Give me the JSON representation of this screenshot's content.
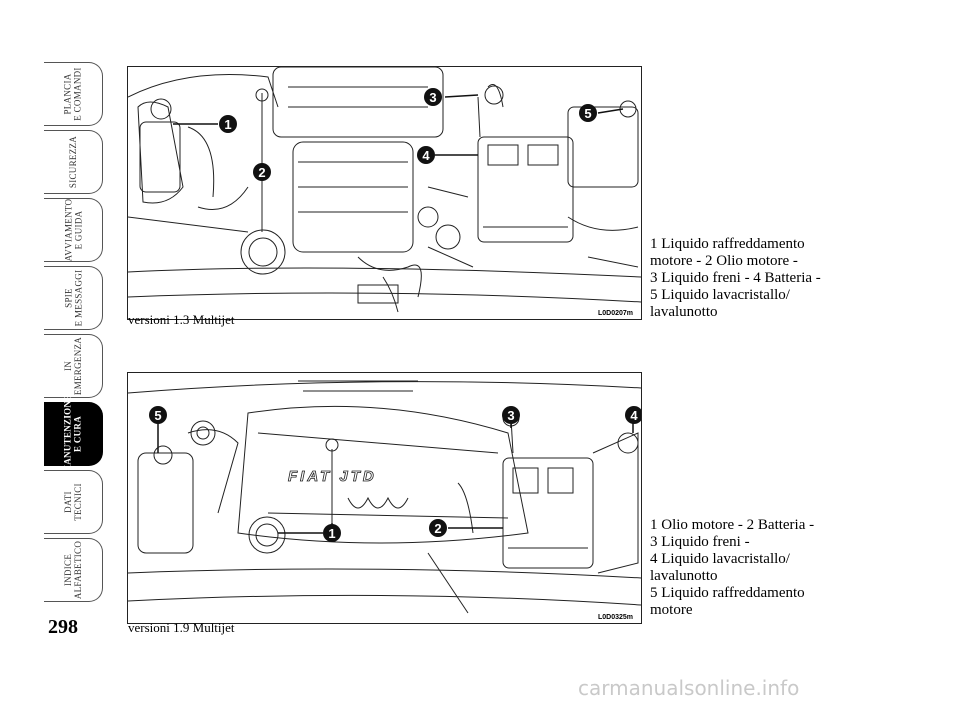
{
  "side_tabs": [
    {
      "label": "PLANCIA\nE COMANDI",
      "active": false
    },
    {
      "label": "SICUREZZA",
      "active": false
    },
    {
      "label": "AVVIAMENTO\nE GUIDA",
      "active": false
    },
    {
      "label": "SPIE\nE MESSAGGI",
      "active": false
    },
    {
      "label": "IN\nEMERGENZA",
      "active": false
    },
    {
      "label": "MANUTENZIONE\nE CURA",
      "active": true
    },
    {
      "label": "DATI\nTECNICI",
      "active": false
    },
    {
      "label": "INDICE\nALFABETICO",
      "active": false
    }
  ],
  "page_number": "298",
  "figure1": {
    "code": "L0D0207m",
    "caption": "versioni 1.3 Multijet",
    "callouts": [
      "1",
      "2",
      "3",
      "4",
      "5"
    ],
    "legend": [
      "1 Liquido raffreddamento",
      "motore - 2 Olio motore -",
      "3 Liquido freni - 4 Batteria -",
      "5 Liquido lavacristallo/",
      "lavalunotto"
    ]
  },
  "figure2": {
    "code": "L0D0325m",
    "caption": "versioni 1.9 Multijet",
    "brand_label": "FIAT JTD",
    "callouts": [
      "1",
      "2",
      "3",
      "4",
      "5"
    ],
    "legend": [
      "1 Olio motore - 2 Batteria -",
      "3 Liquido freni -",
      "4 Liquido lavacristallo/",
      "lavalunotto",
      "5 Liquido raffreddamento",
      "motore"
    ]
  },
  "watermark": "carmanualsonline.info",
  "colors": {
    "active_tab": "#000000",
    "badge": "#111111",
    "line_art": "#222222"
  }
}
